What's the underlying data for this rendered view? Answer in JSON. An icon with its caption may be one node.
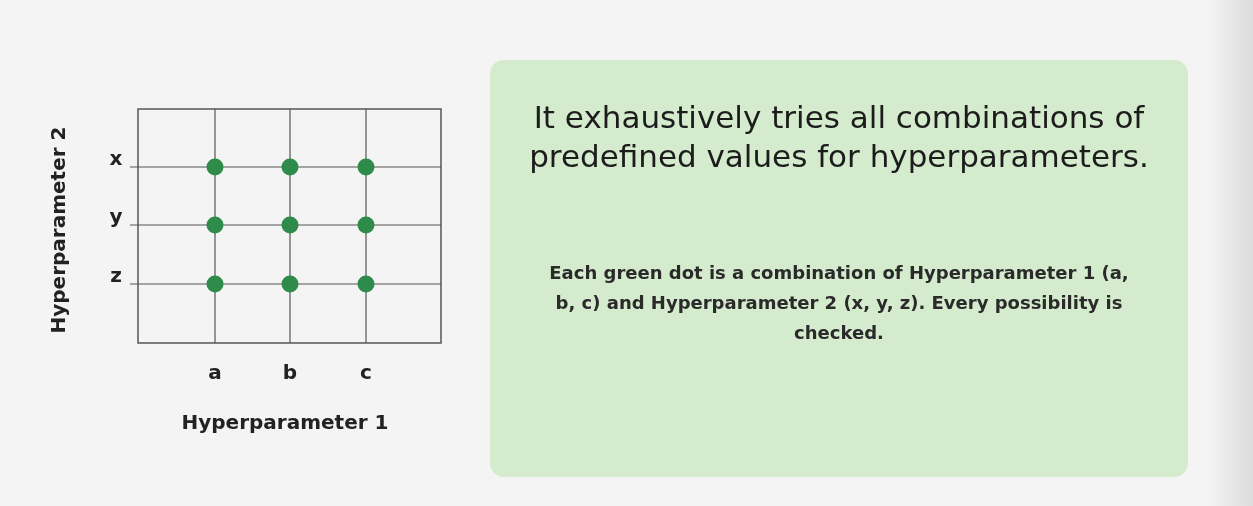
{
  "diagram": {
    "nodes": [
      {
        "text": [
          "It exhaustively tries all combinations of predefined values for hyperparameters.",
          "Each green dot is a combination of Hyperparameter 1 (a, b, c) and Hyperparameter 2 (x, y, z). Every possibility is checked."
        ]
      }
    ],
    "labels": [
      "Hyperparameter 2",
      "x",
      "y",
      "z",
      "a",
      "b",
      "c",
      "Hyperparameter 1"
    ]
  }
}
